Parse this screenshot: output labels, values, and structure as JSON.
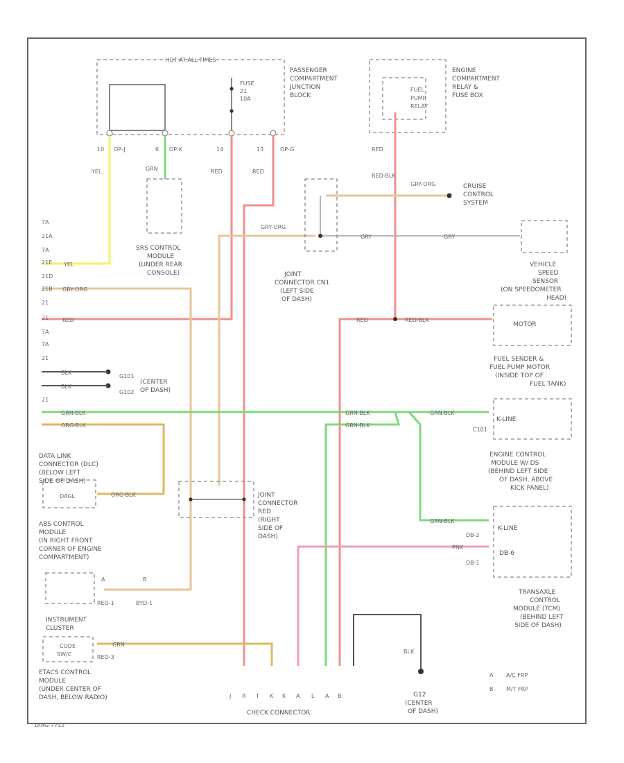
{
  "code": "DIAG-7712",
  "hot_at_all_times": "HOT AT ALL TIMES",
  "fuse": [
    "FUSE",
    "21",
    "10A"
  ],
  "passenger_jb": [
    "PASSENGER",
    "COMPARTMENT",
    "JUNCTION",
    "BLOCK"
  ],
  "engine_relay_box": [
    "ENGINE",
    "COMPARTMENT",
    "RELAY &",
    "FUSE BOX"
  ],
  "fuel_pump_relay": [
    "FUEL",
    "PUMP",
    "RELAY"
  ],
  "pins_top": [
    "10",
    "OP-J",
    "6",
    "OP-K",
    "14",
    "13",
    "OP-G"
  ],
  "srs_module": [
    "SRS CONTROL",
    "MODULE",
    "(UNDER REAR",
    "CONSOLE)"
  ],
  "cruise_control": [
    "CRUISE",
    "CONTROL",
    "SYSTEM"
  ],
  "joint_cn": [
    "JOINT",
    "CONNECTOR CN1",
    "(LEFT SIDE",
    "OF DASH)"
  ],
  "vss": [
    "VEHICLE",
    "SPEED",
    "SENSOR",
    "(ON SPEEDOMETER",
    "HEAD)"
  ],
  "motor": "MOTOR",
  "fuel_sender": [
    "FUEL SENDER &",
    "FUEL PUMP MOTOR",
    "(INSIDE TOP OF",
    "FUEL TANK)"
  ],
  "ground_g": [
    "G101",
    "G102"
  ],
  "ground_g_loc": [
    "(CENTER",
    "OF DASH)"
  ],
  "kline_1": "K-LINE",
  "c101": "C101",
  "ecm": [
    "ENGINE CONTROL",
    "MODULE W/ DS",
    "(BEHIND LEFT SIDE",
    "OF DASH, ABOVE",
    "KICK PANEL)"
  ],
  "dlc": [
    "DATA LINK",
    "CONNECTOR (DLC)",
    "(BELOW LEFT",
    "SIDE OF DASH)"
  ],
  "dlc_pin": "DAGL",
  "joint_cr": [
    "JOINT",
    "CONNECTOR",
    "RED",
    "(RIGHT",
    "SIDE OF",
    "DASH)"
  ],
  "abs_module": [
    "ABS CONTROL",
    "MODULE",
    "(IN RIGHT FRONT",
    "CORNER OF ENGINE",
    "COMPARTMENT)"
  ],
  "kline_2": "K-LINE",
  "db_labels": [
    "DB-2",
    "DB-6",
    "DB-1"
  ],
  "tcm": [
    "TRANSAXLE",
    "CONTROL",
    "MODULE (TCM)",
    "(BEHIND LEFT",
    "SIDE OF DASH)"
  ],
  "abs_pins": [
    "A",
    "B"
  ],
  "abs_wires": [
    "RED-1",
    "BYD-1"
  ],
  "instrument": [
    "INSTRUMENT",
    "CLUSTER"
  ],
  "code_sw": [
    "CODE",
    "SW/C"
  ],
  "etacs": [
    "ETACS CONTROL",
    "MODULE",
    "(UNDER CENTER OF",
    "DASH, BELOW RADIO)"
  ],
  "red3": "RED-3",
  "check_connector": "CHECK CONNECTOR",
  "check_pins": [
    "J",
    "R",
    "T",
    "K",
    "K",
    "A",
    "L",
    "A",
    "B"
  ],
  "g2": [
    "G12",
    "(CENTER",
    "OF DASH)"
  ],
  "legend": [
    {
      "key": "A",
      "text": "A/C FRP"
    },
    {
      "key": "B",
      "text": "M/T FRP"
    }
  ],
  "left_pins": [
    "7A",
    "21A",
    "7A",
    "21E",
    "21D",
    "21B",
    "21",
    "21",
    "7A",
    "7A",
    "21",
    "21"
  ],
  "wires": {
    "yel": "YEL",
    "grn": "GRN",
    "red": "RED",
    "gry_org": "GRY-ORG",
    "gry": "GRY",
    "red_blk": "RED-BLK",
    "redblk_a": "RED/BLK",
    "blk": "BLK",
    "grn_blk": "GRN-BLK",
    "org_blk": "ORG-BLK",
    "grn_a": "GRN",
    "pnk": "PNK"
  },
  "colors": {
    "yellow": "#f2f26a",
    "green": "#7cd97c",
    "red": "#f28f8f",
    "orange": "#e8c49a",
    "amber": "#dcb861",
    "gray": "#b8b8b8",
    "pink": "#ef9fb8",
    "black": "#555555"
  }
}
